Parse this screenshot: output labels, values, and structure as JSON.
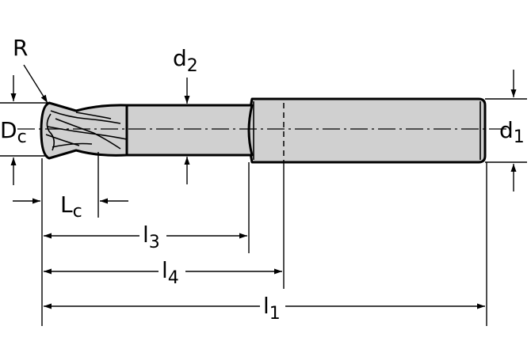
{
  "labels": {
    "R": "R",
    "d2_main": "d",
    "d2_sub": "2",
    "Dc_main": "D",
    "Dc_sub": "c",
    "d1_main": "d",
    "d1_sub": "1",
    "Lc_main": "L",
    "Lc_sub": "c",
    "l3_main": "l",
    "l3_sub": "3",
    "l4_main": "l",
    "l4_sub": "4",
    "l1_main": "l",
    "l1_sub": "1"
  },
  "colors": {
    "tool_body": "#d0d0d0",
    "lines": "#000000",
    "background": "#ffffff"
  }
}
